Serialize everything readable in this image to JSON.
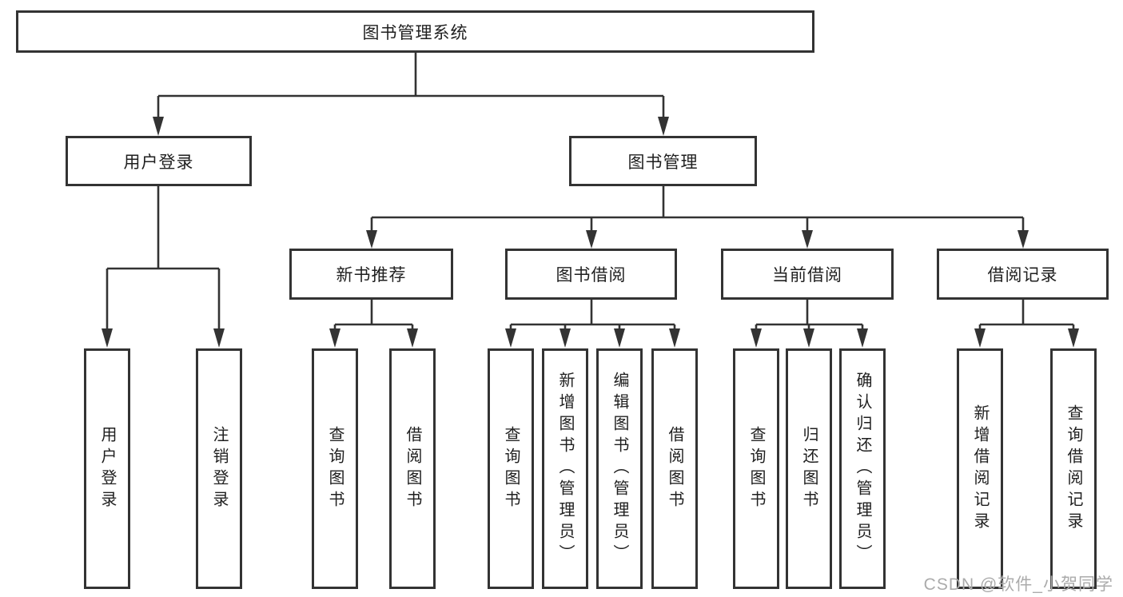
{
  "diagram": {
    "title": "图书管理系统",
    "level1": [
      {
        "label": "用户登录",
        "children": [
          {
            "label": "用户登录"
          },
          {
            "label": "注销登录"
          }
        ]
      },
      {
        "label": "图书管理",
        "children": [
          {
            "label": "新书推荐",
            "children": [
              {
                "label": "查询图书"
              },
              {
                "label": "借阅图书"
              }
            ]
          },
          {
            "label": "图书借阅",
            "children": [
              {
                "label": "查询图书"
              },
              {
                "label": "新增图书（管理员）"
              },
              {
                "label": "编辑图书（管理员）"
              },
              {
                "label": "借阅图书"
              }
            ]
          },
          {
            "label": "当前借阅",
            "children": [
              {
                "label": "查询图书"
              },
              {
                "label": "归还图书"
              },
              {
                "label": "确认归还（管理员）"
              }
            ]
          },
          {
            "label": "借阅记录",
            "children": [
              {
                "label": "新增借阅记录"
              },
              {
                "label": "查询借阅记录"
              }
            ]
          }
        ]
      }
    ]
  },
  "watermark": "CSDN @软件_小贺同学",
  "colors": {
    "line": "#333333",
    "text": "#1f1f1f",
    "watermark": "#ababab",
    "background": "#ffffff"
  }
}
